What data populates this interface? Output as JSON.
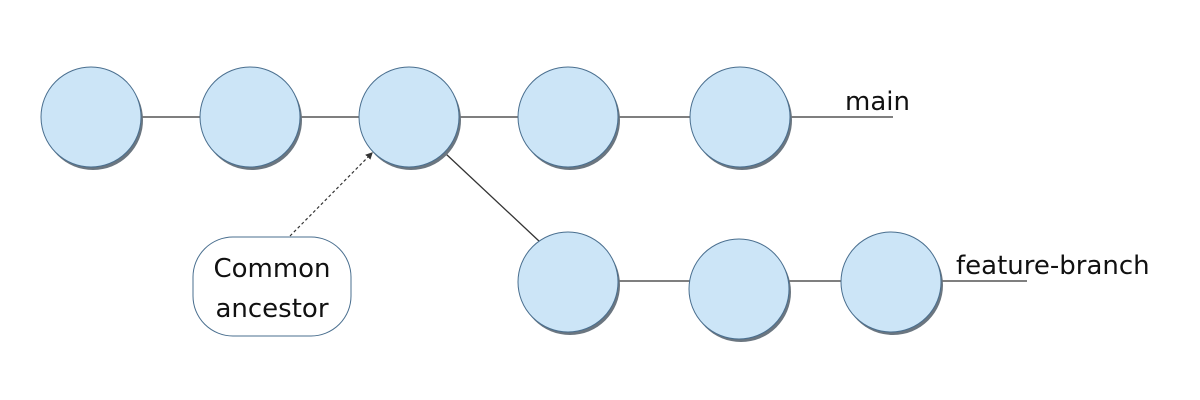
{
  "diagram": {
    "branches": {
      "main": {
        "label": "main"
      },
      "feature": {
        "label": "feature-branch"
      }
    },
    "callout": {
      "line1": "Common",
      "line2": "ancestor"
    },
    "colors": {
      "commit_fill": "#cce5f7",
      "commit_stroke": "#4a6f8f",
      "commit_shadow": "#6b7680",
      "line": "#333333",
      "callout_border": "#4a6f8f"
    }
  }
}
